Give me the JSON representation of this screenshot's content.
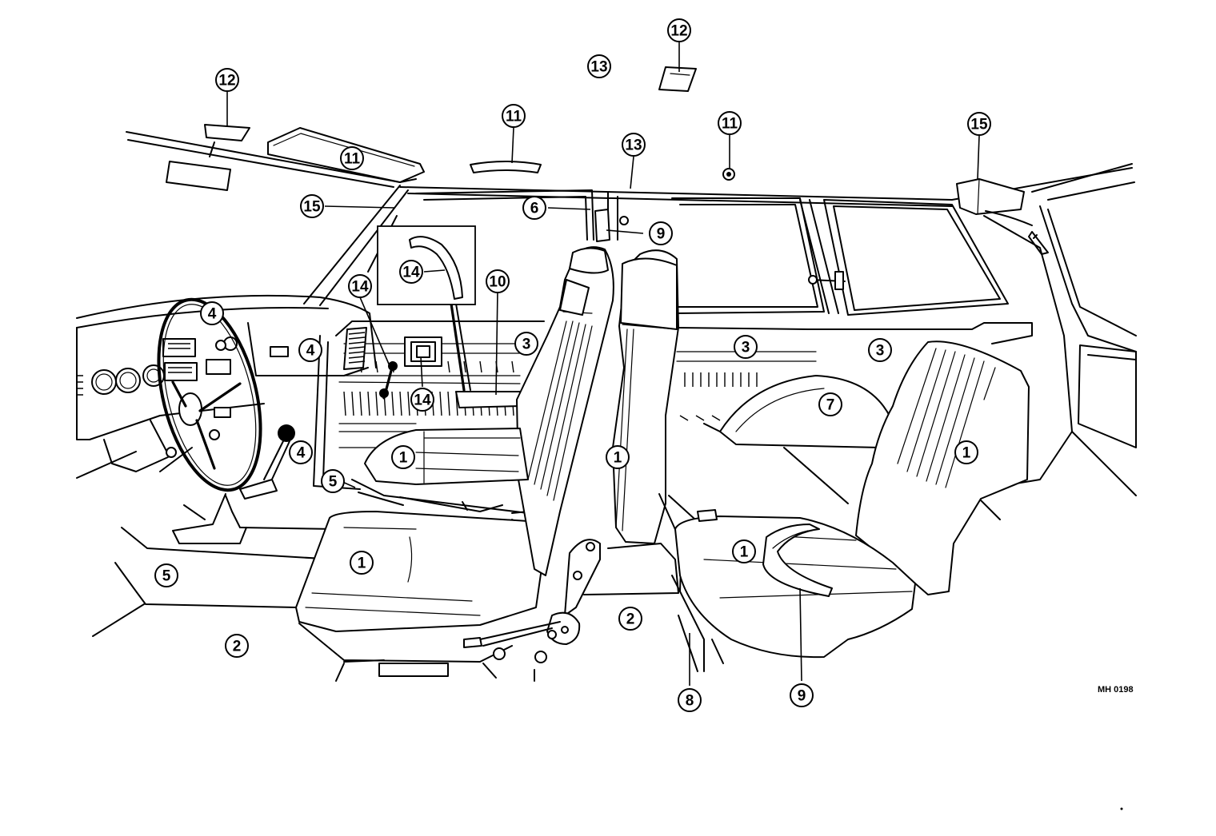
{
  "diagram": {
    "type": "exploded interior parts illustration",
    "reference_code": "MH 0198",
    "callouts": [
      {
        "id": "c1",
        "label": "1"
      },
      {
        "id": "c2",
        "label": "1"
      },
      {
        "id": "c3",
        "label": "1"
      },
      {
        "id": "c4",
        "label": "1"
      },
      {
        "id": "c5",
        "label": "1"
      },
      {
        "id": "c6",
        "label": "2"
      },
      {
        "id": "c7",
        "label": "2"
      },
      {
        "id": "c8",
        "label": "3"
      },
      {
        "id": "c9",
        "label": "3"
      },
      {
        "id": "c10",
        "label": "3"
      },
      {
        "id": "c11",
        "label": "4"
      },
      {
        "id": "c12",
        "label": "4"
      },
      {
        "id": "c13",
        "label": "4"
      },
      {
        "id": "c14",
        "label": "5"
      },
      {
        "id": "c15",
        "label": "5"
      },
      {
        "id": "c16",
        "label": "6"
      },
      {
        "id": "c17",
        "label": "7"
      },
      {
        "id": "c18",
        "label": "8"
      },
      {
        "id": "c19",
        "label": "9"
      },
      {
        "id": "c20",
        "label": "9"
      },
      {
        "id": "c21",
        "label": "10"
      },
      {
        "id": "c22",
        "label": "11"
      },
      {
        "id": "c23",
        "label": "11"
      },
      {
        "id": "c24",
        "label": "11"
      },
      {
        "id": "c25",
        "label": "12"
      },
      {
        "id": "c26",
        "label": "12"
      },
      {
        "id": "c27",
        "label": "13"
      },
      {
        "id": "c28",
        "label": "13"
      },
      {
        "id": "c29",
        "label": "14"
      },
      {
        "id": "c30",
        "label": "14"
      },
      {
        "id": "c31",
        "label": "14"
      },
      {
        "id": "c32",
        "label": "15"
      },
      {
        "id": "c33",
        "label": "15"
      }
    ]
  }
}
